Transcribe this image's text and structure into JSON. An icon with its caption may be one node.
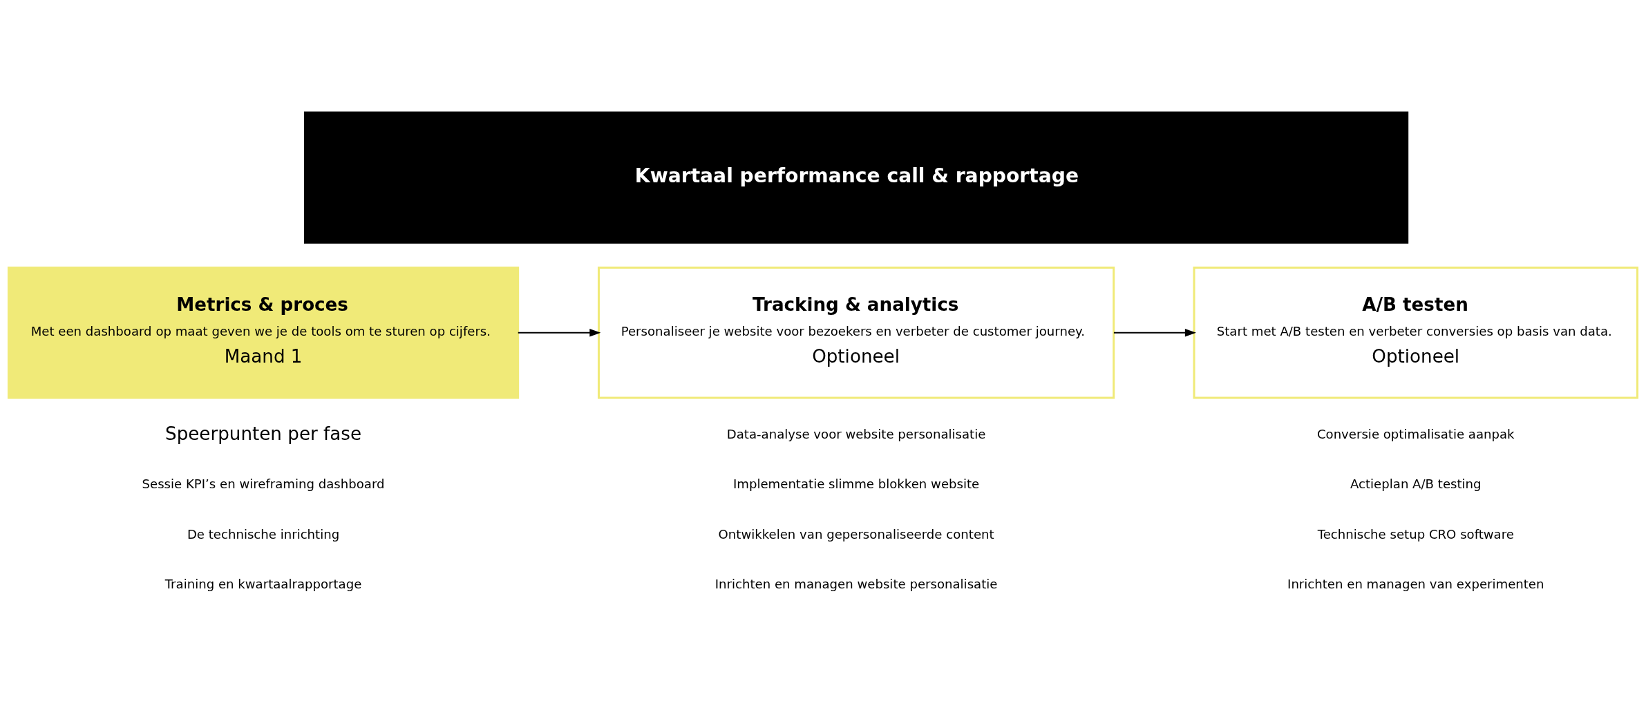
{
  "diagram": {
    "nodes": [
      {
        "text": [
          "Kwartaal performance call & rapportage"
        ]
      },
      {
        "text": [
          "Metrics & proces",
          "Met een dashboard op maat geven we je de tools om te sturen op cijfers.",
          "Maand 1"
        ]
      },
      {
        "text": [
          "Tracking & analytics",
          "Personaliseer je website voor bezoekers en verbeter de customer journey.",
          "Optioneel"
        ]
      },
      {
        "text": [
          "A/B testen",
          "Start met A/B testen en verbeter conversies op basis van data.",
          "Optioneel"
        ]
      }
    ],
    "edges": [
      {
        "from": 1,
        "to": 2,
        "arrow": "to"
      },
      {
        "from": 2,
        "to": 3,
        "arrow": "to"
      }
    ],
    "labels": [
      "Speerpunten per fase",
      "Sessie KPI’s en wireframing dashboard",
      "De technische inrichting",
      "Training en kwartaalrapportage",
      "Data-analyse voor website personalisatie",
      "Implementatie slimme blokken website",
      "Ontwikkelen van gepersonaliseerde content",
      "Inrichten en managen website personalisatie",
      "Conversie optimalisatie aanpak",
      "Actieplan A/B testing",
      "Technische setup CRO software",
      "Inrichten en managen van experimenten"
    ]
  }
}
